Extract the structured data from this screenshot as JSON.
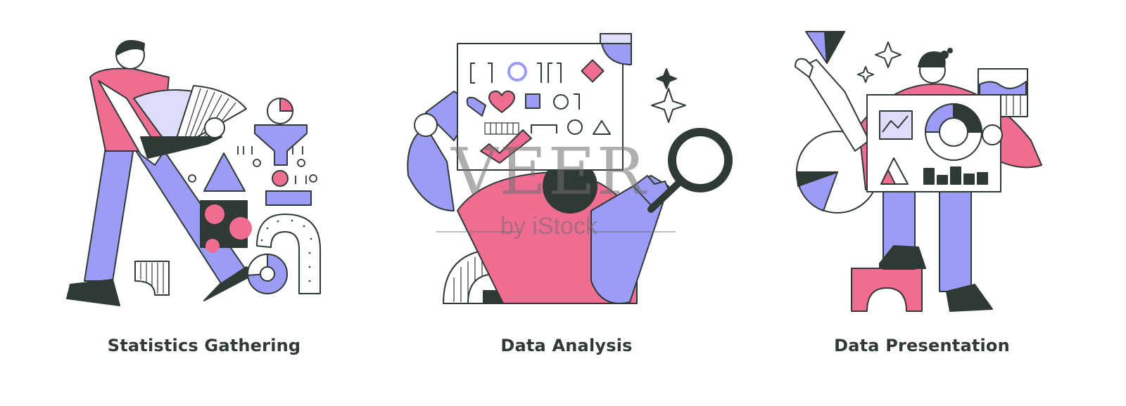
{
  "panels": [
    {
      "caption": "Statistics Gathering"
    },
    {
      "caption": "Data Analysis"
    },
    {
      "caption": "Data Presentation"
    }
  ],
  "watermark": {
    "main": "VEER",
    "sub": "by iStock"
  },
  "colors": {
    "ink": "#2f3a34",
    "pink": "#f06d92",
    "lavender": "#9a9cf6",
    "lavender_light": "#dcdcfb",
    "white": "#ffffff"
  }
}
